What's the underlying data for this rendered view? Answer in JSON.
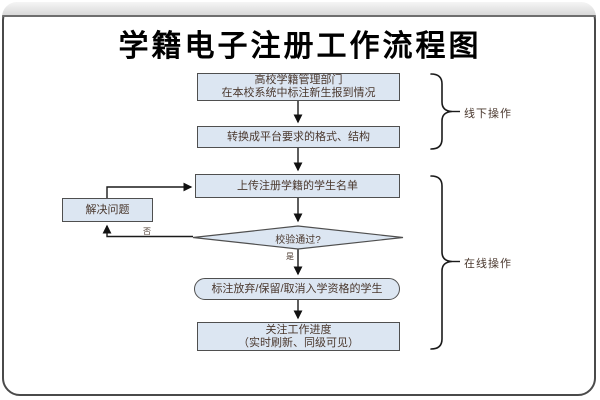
{
  "title": "学籍电子注册工作流程图",
  "nodes": {
    "mark_arrival": {
      "line1": "高校学籍管理部门",
      "line2": "在本校系统中标注新生报到情况"
    },
    "convert_format": {
      "label": "转换成平台要求的格式、结构"
    },
    "upload_list": {
      "label": "上传注册学籍的学生名单"
    },
    "solve_problem": {
      "label": "解决问题"
    },
    "check": {
      "label": "校验通过?"
    },
    "mark_qualification": {
      "label": "标注放弃/保留/取消入学资格的学生"
    },
    "watch_progress": {
      "line1": "关注工作进度",
      "line2": "（实时刷新、同级可见）"
    }
  },
  "branch_labels": {
    "yes": "是",
    "no": "否"
  },
  "group_labels": {
    "offline": "线下操作",
    "online": "在线操作"
  },
  "colors": {
    "node_fill": "#dce6f2",
    "node_border": "#4f4f4f",
    "node_text": "#4a382e",
    "line": "#1a1a1a",
    "frame_border": "#4a4a4a"
  }
}
